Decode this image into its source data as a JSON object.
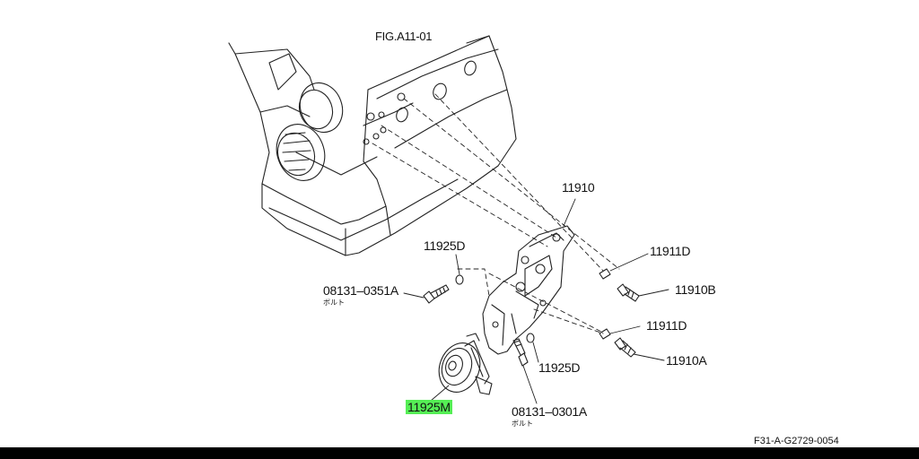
{
  "figure_ref": "FIG.A11-01",
  "footer_code": "F31-A-G2729-0054",
  "parts": [
    {
      "id": "p-11910",
      "number": "11910",
      "sub": ""
    },
    {
      "id": "p-11911d-top",
      "number": "11911D",
      "sub": ""
    },
    {
      "id": "p-11910b",
      "number": "11910B",
      "sub": ""
    },
    {
      "id": "p-11911d-mid",
      "number": "11911D",
      "sub": ""
    },
    {
      "id": "p-11910a",
      "number": "11910A",
      "sub": ""
    },
    {
      "id": "p-11925d-top",
      "number": "11925D",
      "sub": ""
    },
    {
      "id": "p-11925d-low",
      "number": "11925D",
      "sub": ""
    },
    {
      "id": "p-08131-0351a",
      "number": "08131–0351A",
      "sub": "ボルト"
    },
    {
      "id": "p-08131-0301a",
      "number": "08131–0301A",
      "sub": "ボルト"
    },
    {
      "id": "p-11925m",
      "number": "11925M",
      "sub": ""
    }
  ],
  "highlight_part": "11925M",
  "colors": {
    "line": "#222222",
    "highlight": "#55ee55",
    "bar": "#000000"
  }
}
